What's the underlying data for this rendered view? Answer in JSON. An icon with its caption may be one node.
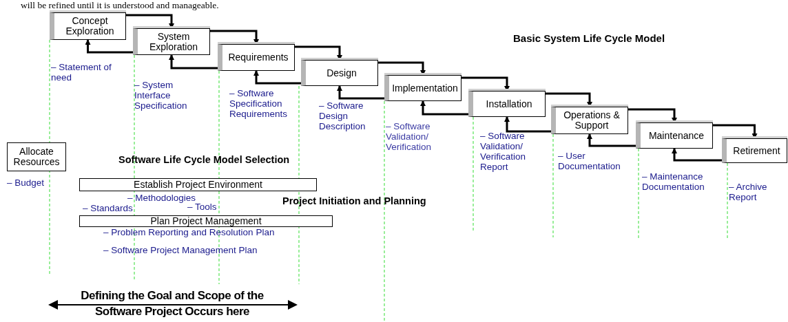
{
  "diagram": {
    "nodes": [
      {
        "text": [
          "Concept Exploration"
        ],
        "beside": [
          "– Statement of need"
        ]
      },
      {
        "text": [
          "System Exploration"
        ],
        "beside": [
          "– System Interface Specification"
        ]
      },
      {
        "text": [
          "Requirements"
        ],
        "beside": [
          "– Software Specification Requirements"
        ]
      },
      {
        "text": [
          "Design"
        ],
        "beside": [
          "– Software Design Description"
        ]
      },
      {
        "text": [
          "Implementation"
        ],
        "beside": [
          "– Software Validation/ Verification"
        ]
      },
      {
        "text": [
          "Installation"
        ],
        "beside": [
          "– Software Validation/ Verification Report"
        ]
      },
      {
        "text": [
          "Operations & Support"
        ],
        "beside": [
          "– User Documentation"
        ]
      },
      {
        "text": [
          "Maintenance"
        ],
        "beside": [
          "– Maintenance Documentation"
        ]
      },
      {
        "text": [
          "Retirement"
        ],
        "beside": [
          "– Archive Report"
        ]
      },
      {
        "text": [
          "Allocate Resources"
        ],
        "beside": [
          "– Budget"
        ]
      },
      {
        "text": [
          "Establish Project Environment"
        ],
        "beside": [
          "– Methodologies",
          "– Standards",
          "– Tools"
        ]
      },
      {
        "text": [
          "Plan Project Management"
        ],
        "beside": [
          "– Problem Reporting and Resolution Plan",
          "– Software Project Management Plan"
        ]
      }
    ],
    "edges": [
      {
        "from": 0,
        "to": 1,
        "arrow": "to"
      },
      {
        "from": 1,
        "to": 0,
        "arrow": "to"
      },
      {
        "from": 1,
        "to": 2,
        "arrow": "to"
      },
      {
        "from": 2,
        "to": 1,
        "arrow": "to"
      },
      {
        "from": 2,
        "to": 3,
        "arrow": "to"
      },
      {
        "from": 3,
        "to": 2,
        "arrow": "to"
      },
      {
        "from": 3,
        "to": 4,
        "arrow": "to"
      },
      {
        "from": 4,
        "to": 3,
        "arrow": "to"
      },
      {
        "from": 4,
        "to": 5,
        "arrow": "to"
      },
      {
        "from": 5,
        "to": 4,
        "arrow": "to"
      },
      {
        "from": 5,
        "to": 6,
        "arrow": "to"
      },
      {
        "from": 6,
        "to": 5,
        "arrow": "to"
      },
      {
        "from": 6,
        "to": 7,
        "arrow": "to"
      },
      {
        "from": 7,
        "to": 6,
        "arrow": "to"
      },
      {
        "from": 7,
        "to": 8,
        "arrow": "to"
      },
      {
        "from": 8,
        "to": 7,
        "arrow": "to"
      }
    ],
    "labels": [
      "will be refined until it is understood and manageable.",
      "Basic System Life Cycle Model",
      "Software Life Cycle Model Selection",
      "Project Initiation and Planning",
      "Defining the Goal and Scope of the Software Project Occurs here"
    ]
  }
}
